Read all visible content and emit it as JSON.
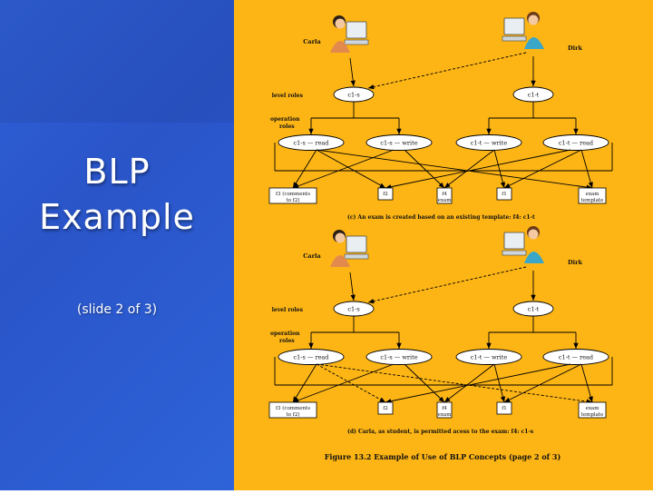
{
  "slide": {
    "title_line1": "BLP",
    "title_line2": "Example",
    "subtitle": "(slide 2 of 3)"
  },
  "colors": {
    "left_bg": "#2f5fd6",
    "right_bg": "#fdb515",
    "node_fill": "#ffffff",
    "node_stroke": "#000000"
  },
  "figure": {
    "caption": "Figure 13.2  Example of Use of BLP Concepts (page 2 of 3)",
    "panel_c": {
      "users": [
        "Carla",
        "Dirk"
      ],
      "row_label_level": "level roles",
      "row_label_operation_1": "operation",
      "row_label_operation_2": "roles",
      "level_roles": [
        "c1-s",
        "c1-t"
      ],
      "operation_roles": [
        "c1-s — read",
        "c1-s — write",
        "c1-t — write",
        "c1-t — read"
      ],
      "objects": [
        [
          "f3 (comments",
          "to f2)"
        ],
        [
          "f2"
        ],
        [
          "f4",
          "exam"
        ],
        [
          "f1"
        ],
        [
          "exam",
          "template"
        ]
      ],
      "caption": "(c) An exam is created based on an existing template: f4: c1-t"
    },
    "panel_d": {
      "users": [
        "Carla",
        "Dirk"
      ],
      "row_label_level": "level roles",
      "row_label_operation_1": "operation",
      "row_label_operation_2": "roles",
      "level_roles": [
        "c1-s",
        "c1-t"
      ],
      "operation_roles": [
        "c1-s — read",
        "c1-s — write",
        "c1-t — write",
        "c1-t — read"
      ],
      "objects": [
        [
          "f3 (comments",
          "to f2)"
        ],
        [
          "f2"
        ],
        [
          "f4",
          "exam"
        ],
        [
          "f1"
        ],
        [
          "exam",
          "template"
        ]
      ],
      "caption": "(d) Carla, as student, is permitted acess to the exam: f4: c1-s"
    }
  }
}
